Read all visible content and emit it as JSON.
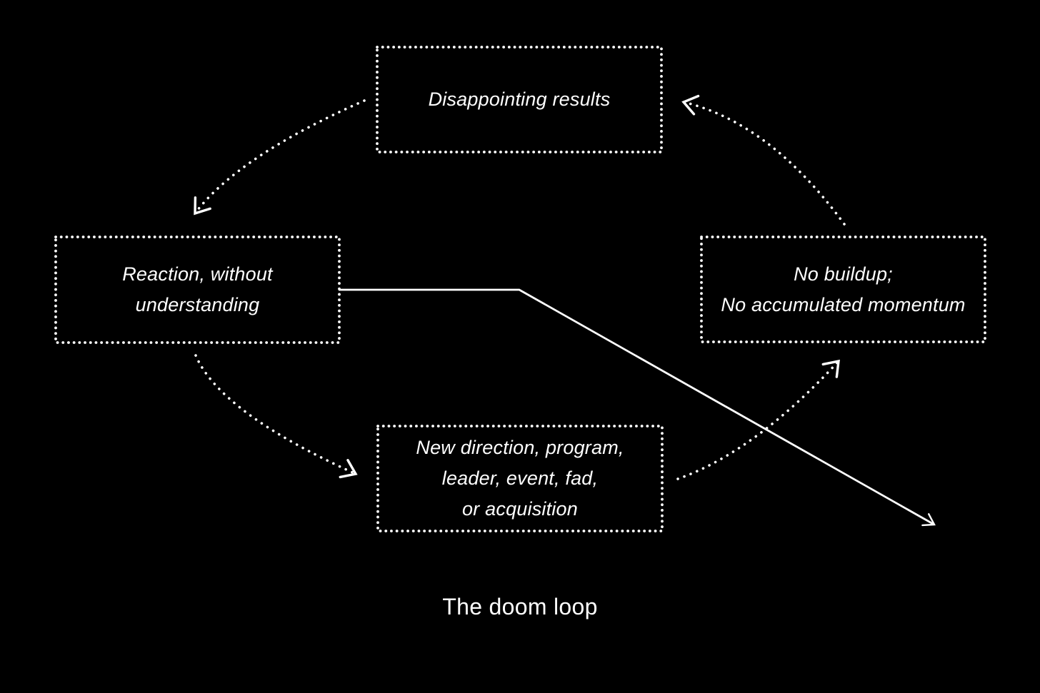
{
  "diagram": {
    "caption": "The doom loop",
    "colors": {
      "background": "#000000",
      "foreground": "#ffffff"
    },
    "nodes": [
      {
        "id": "disappointing-results",
        "position": "top",
        "lines": [
          "Disappointing results"
        ]
      },
      {
        "id": "reaction-without-understanding",
        "position": "left",
        "lines": [
          "Reaction, without",
          "understanding"
        ]
      },
      {
        "id": "no-buildup",
        "position": "right",
        "lines": [
          "No buildup;",
          "No accumulated momentum"
        ]
      },
      {
        "id": "new-direction",
        "position": "bottom",
        "lines": [
          "New direction, program,",
          "leader, event, fad,",
          "or acquisition"
        ]
      }
    ],
    "edges": [
      {
        "from": "disappointing-results",
        "to": "reaction-without-understanding",
        "style": "dotted-arc-arrow"
      },
      {
        "from": "reaction-without-understanding",
        "to": "new-direction",
        "style": "dotted-arc-arrow"
      },
      {
        "from": "new-direction",
        "to": "no-buildup",
        "style": "dotted-arc-arrow"
      },
      {
        "from": "no-buildup",
        "to": "disappointing-results",
        "style": "dotted-arc-arrow"
      },
      {
        "from": "reaction-without-understanding",
        "to": "offscreen-exit",
        "style": "solid-line-arrow"
      }
    ]
  }
}
